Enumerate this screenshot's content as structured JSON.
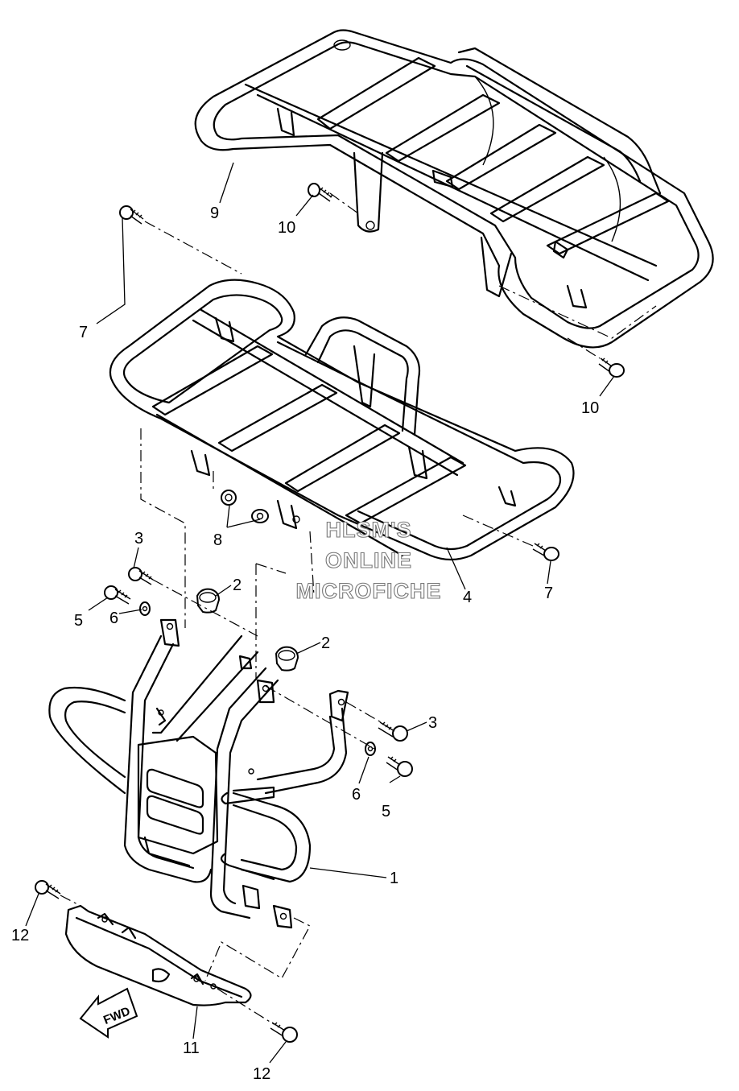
{
  "callouts": [
    {
      "id": "c9",
      "text": "9"
    },
    {
      "id": "c10a",
      "text": "10"
    },
    {
      "id": "c7a",
      "text": "7"
    },
    {
      "id": "c10b",
      "text": "10"
    },
    {
      "id": "c8",
      "text": "8"
    },
    {
      "id": "c3a",
      "text": "3"
    },
    {
      "id": "c2a",
      "text": "2"
    },
    {
      "id": "c5a",
      "text": "5"
    },
    {
      "id": "c6a",
      "text": "6"
    },
    {
      "id": "c4",
      "text": "4"
    },
    {
      "id": "c7b",
      "text": "7"
    },
    {
      "id": "c2b",
      "text": "2"
    },
    {
      "id": "c3b",
      "text": "3"
    },
    {
      "id": "c6b",
      "text": "6"
    },
    {
      "id": "c5b",
      "text": "5"
    },
    {
      "id": "c1",
      "text": "1"
    },
    {
      "id": "c12a",
      "text": "12"
    },
    {
      "id": "c11",
      "text": "11"
    },
    {
      "id": "c12b",
      "text": "12"
    }
  ],
  "watermark": {
    "line1": "HLSM'S",
    "line2": "ONLINE",
    "line3": "MICROFICHE"
  },
  "fwd_arrow": {
    "text": "FWD"
  }
}
